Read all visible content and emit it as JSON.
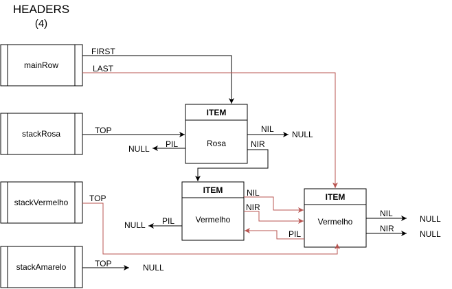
{
  "title": {
    "line1": "HEADERS",
    "line2": "(4)"
  },
  "headers": [
    {
      "id": "mainRow",
      "label": "mainRow"
    },
    {
      "id": "stackRosa",
      "label": "stackRosa"
    },
    {
      "id": "stackVermelho",
      "label": "stackVermelho"
    },
    {
      "id": "stackAmarelo",
      "label": "stackAmarelo"
    }
  ],
  "items": [
    {
      "id": "rosa",
      "title": "ITEM",
      "body": "Rosa"
    },
    {
      "id": "vermelho1",
      "title": "ITEM",
      "body": "Vermelho"
    },
    {
      "id": "vermelho2",
      "title": "ITEM",
      "body": "Vermelho"
    }
  ],
  "edges": {
    "first": "FIRST",
    "last": "LAST",
    "rosa_top": "TOP",
    "vermelho_top": "TOP",
    "amarelo_top": "TOP",
    "rosa_nil": "NIL",
    "rosa_pil": "PIL",
    "rosa_nir": "NIR",
    "v1_nil": "NIL",
    "v1_nir": "NIR",
    "v1_pil": "PIL",
    "v2_pil": "PIL",
    "v2_nil": "NIL",
    "v2_nir": "NIR"
  },
  "nulls": {
    "rosa_nil": "NULL",
    "rosa_pil": "NULL",
    "v1_pil": "NULL",
    "amarelo": "NULL",
    "v2_nil": "NULL",
    "v2_nir": "NULL"
  },
  "colors": {
    "black": "#000000",
    "red": "#b85450"
  }
}
